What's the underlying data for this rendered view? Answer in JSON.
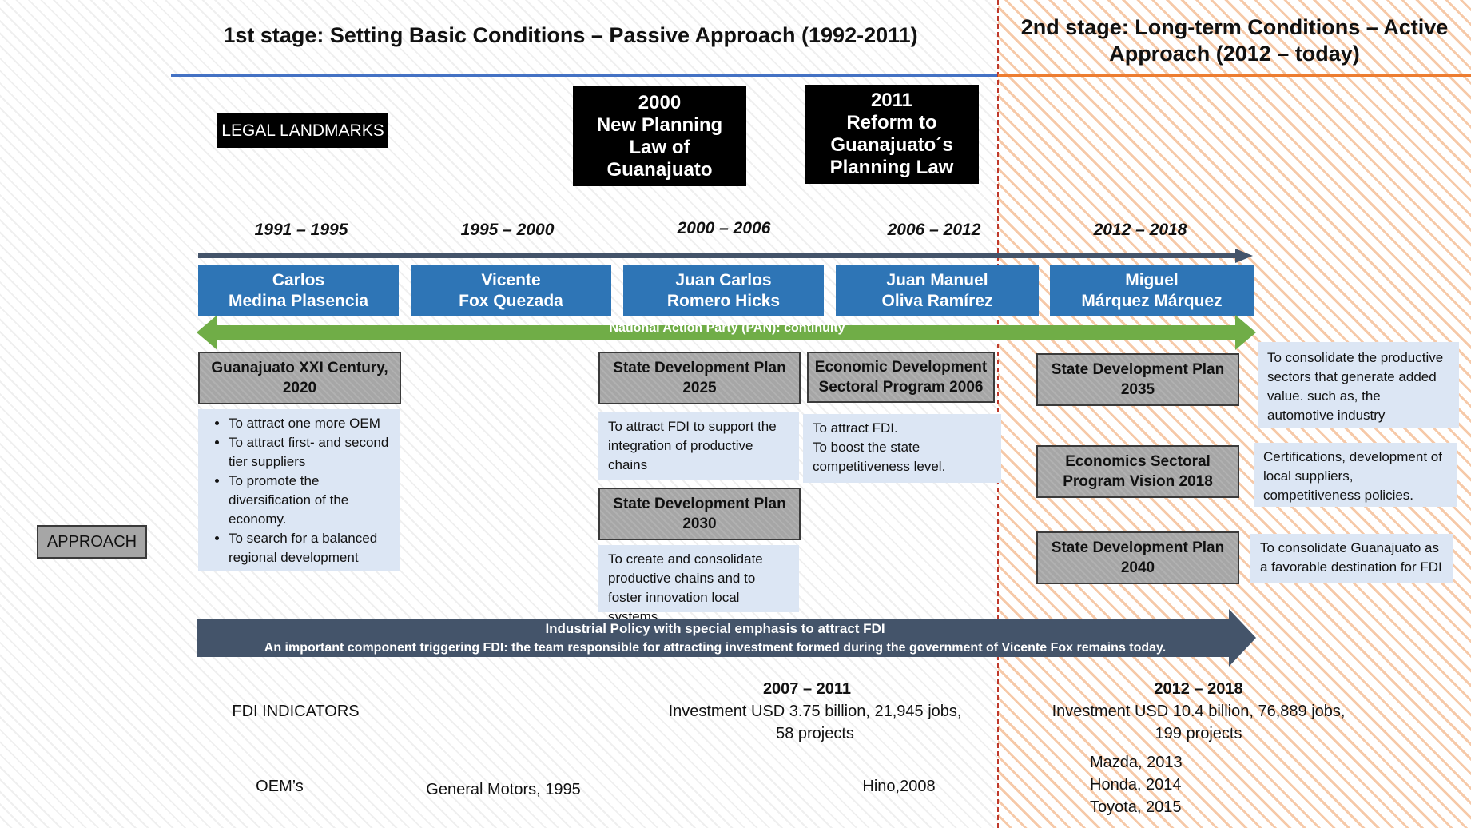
{
  "stages": {
    "first": "1st stage: Setting Basic Conditions – Passive Approach (1992-2011)",
    "second": "2nd stage: Long-term Conditions – Active Approach (2012 – today)"
  },
  "legal_landmarks": {
    "label": "LEGAL LANDMARKS",
    "law_2000": "2000\nNew Planning\nLaw of\nGuanajuato",
    "law_2011": "2011\nReform to\nGuanajuato´s\nPlanning Law"
  },
  "periods": [
    "1991 – 1995",
    "1995 – 2000",
    "2000 – 2006",
    "2006 – 2012",
    "2012 – 2018"
  ],
  "governors": [
    "Carlos\nMedina Plasencia",
    "Vicente\nFox Quezada",
    "Juan Carlos\nRomero Hicks",
    "Juan Manuel\nOliva Ramírez",
    "Miguel\nMárquez Márquez"
  ],
  "party_continuity": "National Action Party (PAN): continuity",
  "approach_label": "APPROACH",
  "plans": {
    "guanajuato_xxi": "Guanajuato XXI Century,\n2020",
    "sdp_2025": "State Development  Plan\n2025",
    "sdp_2030": "State Development  Plan\n2030",
    "edsp_2006": "Economic Development\nSectoral Program 2006",
    "sdp_2035": "State  Development Plan\n2035",
    "espv_2018": "Economics Sectoral\nProgram Vision 2018",
    "sdp_2040": "State Development Plan\n2040"
  },
  "descriptions": {
    "guanajuato_xxi_items": [
      "To attract one more OEM",
      "To attract first- and second tier suppliers",
      "To promote the diversification of the economy.",
      "To search for a balanced regional development"
    ],
    "sdp_2025": "To attract FDI to support the integration of productive chains",
    "sdp_2030": "To create and consolidate productive chains and to foster innovation local systems",
    "edsp_2006_line1": "To attract FDI.",
    "edsp_2006_line2": "To boost the state competitiveness level.",
    "sdp_2035": "To consolidate the productive sectors that generate added value. such as, the automotive industry",
    "espv_2018": "Certifications, development of local suppliers, competitiveness policies.",
    "sdp_2040": "To consolidate Guanajuato as a favorable destination for  FDI"
  },
  "industrial_policy": {
    "line1": "Industrial Policy with special emphasis to attract FDI",
    "line2": "An important component triggering FDI: the team responsible for attracting investment formed during the government of Vicente Fox remains today."
  },
  "fdi": {
    "label": "FDI INDICATORS",
    "p1_period": "2007 – 2011",
    "p1_text": "Investment USD 3.75 billion, 21,945 jobs,\n58 projects",
    "p2_period": "2012 – 2018",
    "p2_text": "Investment USD 10.4 billion, 76,889 jobs,\n199 projects"
  },
  "oems": {
    "label": "OEM’s",
    "gm": "General Motors, 1995",
    "hino": "Hino,2008",
    "recent": [
      "Mazda, 2013",
      "Honda, 2014",
      "Toyota, 2015"
    ]
  },
  "colors": {
    "governor_blue": "#2e75b6",
    "party_green": "#70ad47",
    "policy_navy": "#44546a",
    "stage1_rule": "#4472c4",
    "stage2_rule": "#ed7d31",
    "divider_red": "#c0392b"
  }
}
